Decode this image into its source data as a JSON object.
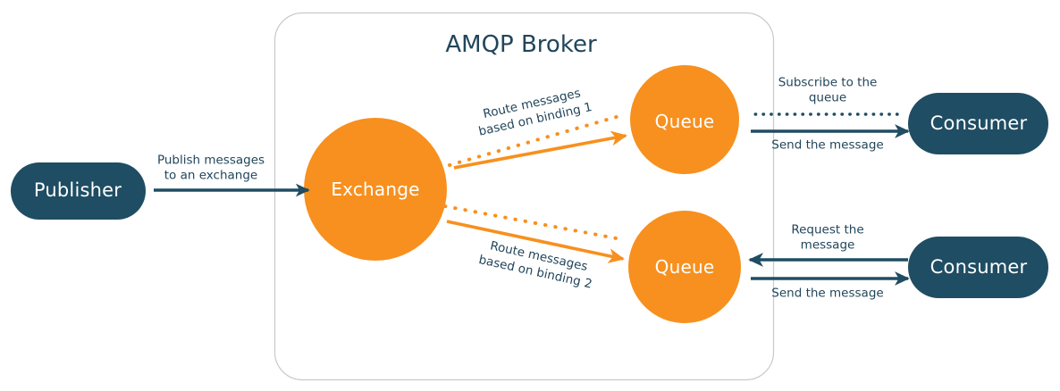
{
  "diagram": {
    "title": "AMQP Broker",
    "colors": {
      "orange": "#F7901E",
      "navy": "#1F4D63",
      "text_navy": "#22465b",
      "container_border": "#c9c9c9",
      "background": "#ffffff"
    },
    "container": {
      "label": "AMQP Broker"
    },
    "nodes": [
      {
        "id": "publisher",
        "label": "Publisher",
        "shape": "pill",
        "color": "#1F4D63"
      },
      {
        "id": "exchange",
        "label": "Exchange",
        "shape": "circle",
        "color": "#F7901E"
      },
      {
        "id": "queue1",
        "label": "Queue",
        "shape": "circle",
        "color": "#F7901E"
      },
      {
        "id": "queue2",
        "label": "Queue",
        "shape": "circle",
        "color": "#F7901E"
      },
      {
        "id": "consumer1",
        "label": "Consumer",
        "shape": "pill",
        "color": "#1F4D63"
      },
      {
        "id": "consumer2",
        "label": "Consumer",
        "shape": "pill",
        "color": "#1F4D63"
      }
    ],
    "edges": [
      {
        "id": "publish",
        "label_line1": "Publish messages",
        "label_line2": "to an exchange",
        "style": "solid",
        "color": "#1F4D63",
        "direction": "right"
      },
      {
        "id": "binding1",
        "label_line1": "Route messages",
        "label_line2": "based on binding 1",
        "style": "solid+dotted",
        "color": "#F7901E",
        "direction": "right"
      },
      {
        "id": "binding2",
        "label_line1": "Route messages",
        "label_line2": "based on binding 2",
        "style": "solid+dotted",
        "color": "#F7901E",
        "direction": "right"
      },
      {
        "id": "subscribe",
        "label_line1": "Subscribe to the",
        "label_line2": "queue",
        "style": "dotted",
        "color": "#1F4D63",
        "direction": "left"
      },
      {
        "id": "send1",
        "label_line1": "Send the message",
        "label_line2": "",
        "style": "solid",
        "color": "#1F4D63",
        "direction": "right"
      },
      {
        "id": "request",
        "label_line1": "Request the",
        "label_line2": "message",
        "style": "solid",
        "color": "#1F4D63",
        "direction": "left"
      },
      {
        "id": "send2",
        "label_line1": "Send the message",
        "label_line2": "",
        "style": "solid",
        "color": "#1F4D63",
        "direction": "right"
      }
    ],
    "labels": {
      "publish_l1": "Publish messages",
      "publish_l2": "to an exchange",
      "binding1": "Route messages\nbased on binding 1",
      "binding2": "Route messages\nbased on binding 2",
      "subscribe_l1": "Subscribe to the",
      "subscribe_l2": "queue",
      "send1": "Send the message",
      "request_l1": "Request the",
      "request_l2": "message",
      "send2": "Send the message"
    }
  }
}
